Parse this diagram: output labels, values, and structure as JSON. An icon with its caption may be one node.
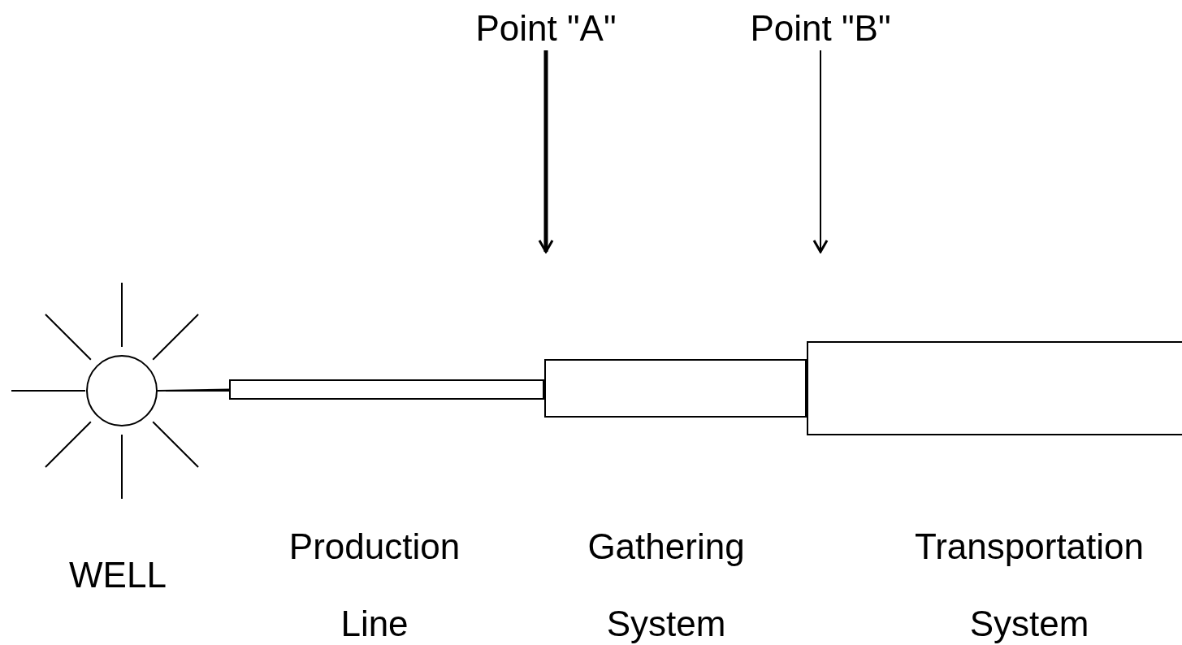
{
  "diagram": {
    "nodes": [
      {
        "text": [
          "Point \"A\""
        ]
      },
      {
        "text": [
          "Point \"B\""
        ]
      },
      {
        "text": [],
        "shape": "circle",
        "beside": [
          "WELL"
        ]
      },
      {
        "text": [],
        "shape": "bar",
        "beside": [
          "Production Line"
        ]
      },
      {
        "text": [],
        "shape": "bar",
        "beside": [
          "Gathering System"
        ]
      },
      {
        "text": [],
        "shape": "bar",
        "beside": [
          "Transportation System"
        ]
      }
    ],
    "edges": [
      {
        "from": 0,
        "to": null,
        "arrow": "to",
        "style": "thick"
      },
      {
        "from": 1,
        "to": null,
        "arrow": "to"
      },
      {
        "from": 2,
        "to": 3,
        "arrow": "none"
      }
    ]
  }
}
